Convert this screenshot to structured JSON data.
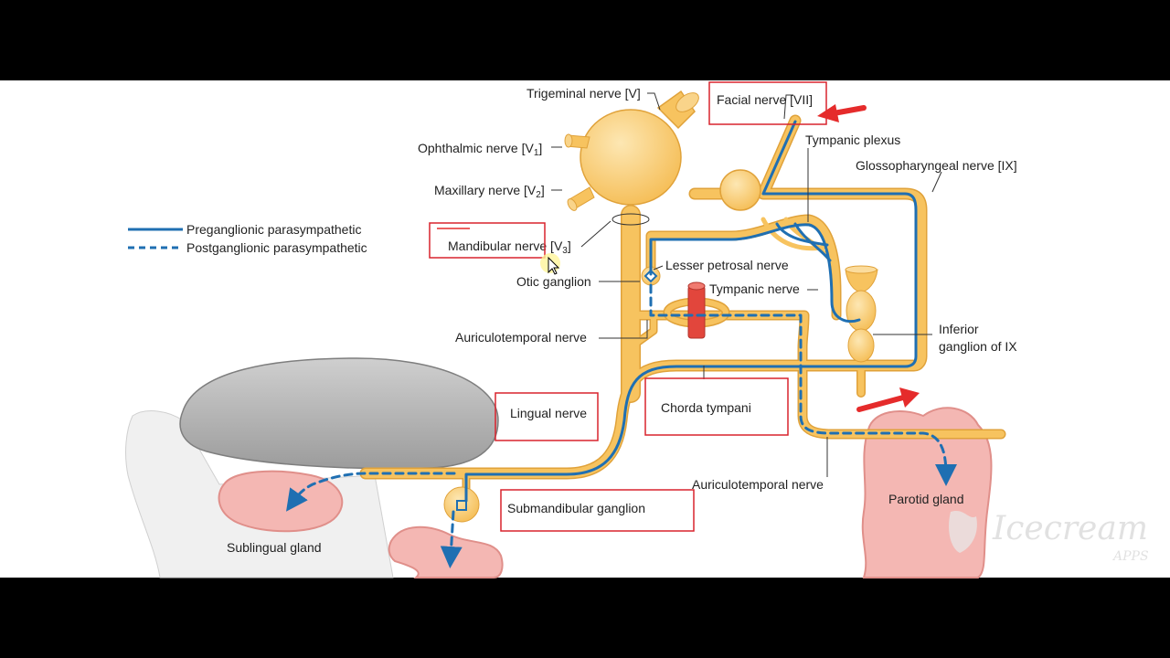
{
  "legend": {
    "preganglionic": "Preganglionic parasympathetic",
    "postganglionic": "Postganglionic parasympathetic"
  },
  "labels": {
    "trigeminal": "Trigeminal nerve [V]",
    "ophthalmic": "Ophthalmic nerve [V",
    "ophthalmic_sub": "1",
    "maxillary": "Maxillary nerve [V",
    "maxillary_sub": "2",
    "mandibular": "Mandibular nerve [V",
    "mandibular_sub": "3",
    "facial": "Facial nerve [VII]",
    "tympanic_plexus": "Tympanic plexus",
    "glossopharyngeal": "Glossopharyngeal nerve [IX]",
    "lesser_petrosal": "Lesser petrosal nerve",
    "otic_ganglion": "Otic ganglion",
    "tympanic_nerve": "Tympanic nerve",
    "auriculotemporal_1": "Auriculotemporal nerve",
    "auriculotemporal_2": "Auriculotemporal nerve",
    "inferior_ganglion_1": "Inferior",
    "inferior_ganglion_2": "ganglion of IX",
    "lingual": "Lingual nerve",
    "chorda_tympani": "Chorda tympani",
    "submandibular_ganglion": "Submandibular ganglion",
    "sublingual_gland": "Sublingual gland",
    "parotid_gland": "Parotid gland",
    "bracket_close": "]"
  },
  "watermark": {
    "brand": "Icecream",
    "sub": "APPS"
  },
  "colors": {
    "nerve": "#f7c35f",
    "nerve_edge": "#e0a23a",
    "pre": "#1f6fb2",
    "highlight_box": "#d9232d",
    "arrow": "#e52b2b",
    "gland_fill": "#f4b7b3",
    "gland_edge": "#e08f8a",
    "tongue": "#b6b6b6"
  }
}
